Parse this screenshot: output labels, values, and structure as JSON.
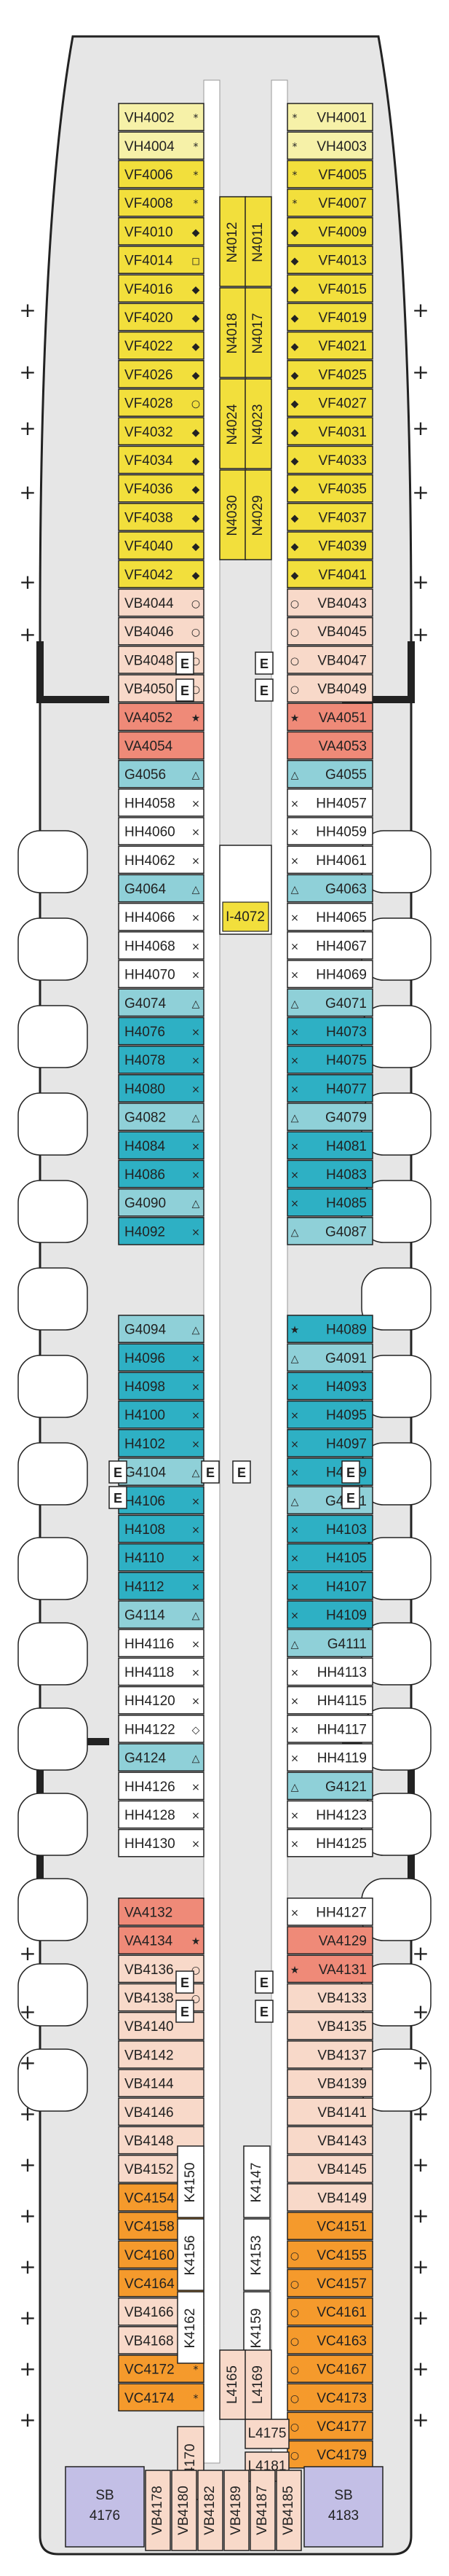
{
  "colors": {
    "VH": "#f6f1a8",
    "VF": "#f2df3c",
    "VB": "#f8d9c9",
    "VA": "#ef8a78",
    "VC": "#f59a2c",
    "G": "#8fd0d8",
    "H": "#2eb0c4",
    "HH": "#ffffff",
    "N": "#f2df3c",
    "SB": "#c3bfe6",
    "corridor": "#e6e6e6"
  },
  "left_column": [
    {
      "id": "VH4002",
      "code": "VH",
      "sym": "*"
    },
    {
      "id": "VH4004",
      "code": "VH",
      "sym": "*"
    },
    {
      "id": "VF4006",
      "code": "VF",
      "sym": "*"
    },
    {
      "id": "VF4008",
      "code": "VF",
      "sym": "*"
    },
    {
      "id": "VF4010",
      "code": "VF",
      "sym": "◆"
    },
    {
      "id": "VF4014",
      "code": "VF",
      "sym": "◻"
    },
    {
      "id": "VF4016",
      "code": "VF",
      "sym": "◆"
    },
    {
      "id": "VF4020",
      "code": "VF",
      "sym": "◆"
    },
    {
      "id": "VF4022",
      "code": "VF",
      "sym": "◆"
    },
    {
      "id": "VF4026",
      "code": "VF",
      "sym": "◆"
    },
    {
      "id": "VF4028",
      "code": "VF",
      "sym": "○"
    },
    {
      "id": "VF4032",
      "code": "VF",
      "sym": "◆"
    },
    {
      "id": "VF4034",
      "code": "VF",
      "sym": "◆"
    },
    {
      "id": "VF4036",
      "code": "VF",
      "sym": "◆"
    },
    {
      "id": "VF4038",
      "code": "VF",
      "sym": "◆"
    },
    {
      "id": "VF4040",
      "code": "VF",
      "sym": "◆"
    },
    {
      "id": "VF4042",
      "code": "VF",
      "sym": "◆"
    },
    {
      "id": "VB4044",
      "code": "VB",
      "sym": "○"
    },
    {
      "id": "VB4046",
      "code": "VB",
      "sym": "○"
    },
    {
      "id": "VB4048",
      "code": "VB",
      "sym": "○"
    },
    {
      "id": "VB4050",
      "code": "VB",
      "sym": "○"
    },
    {
      "id": "VA4052",
      "code": "VA",
      "sym": "★"
    },
    {
      "id": "VA4054",
      "code": "VA",
      "sym": ""
    },
    {
      "id": "G4056",
      "code": "G",
      "sym": "△"
    },
    {
      "id": "HH4058",
      "code": "HH",
      "sym": "×"
    },
    {
      "id": "HH4060",
      "code": "HH",
      "sym": "×"
    },
    {
      "id": "HH4062",
      "code": "HH",
      "sym": "×"
    },
    {
      "id": "G4064",
      "code": "G",
      "sym": "△"
    },
    {
      "id": "HH4066",
      "code": "HH",
      "sym": "×"
    },
    {
      "id": "HH4068",
      "code": "HH",
      "sym": "×"
    },
    {
      "id": "HH4070",
      "code": "HH",
      "sym": "×"
    },
    {
      "id": "G4074",
      "code": "G",
      "sym": "△"
    },
    {
      "id": "H4076",
      "code": "H",
      "sym": "×"
    },
    {
      "id": "H4078",
      "code": "H",
      "sym": "×"
    },
    {
      "id": "H4080",
      "code": "H",
      "sym": "×"
    },
    {
      "id": "G4082",
      "code": "G",
      "sym": "△"
    },
    {
      "id": "H4084",
      "code": "H",
      "sym": "×"
    },
    {
      "id": "H4086",
      "code": "H",
      "sym": "×"
    },
    {
      "id": "G4090",
      "code": "G",
      "sym": "△"
    },
    {
      "id": "H4092",
      "code": "H",
      "sym": "×"
    },
    {
      "id": "G4094",
      "code": "G",
      "sym": "△"
    },
    {
      "id": "H4096",
      "code": "H",
      "sym": "×"
    },
    {
      "id": "H4098",
      "code": "H",
      "sym": "×"
    },
    {
      "id": "H4100",
      "code": "H",
      "sym": "×"
    },
    {
      "id": "H4102",
      "code": "H",
      "sym": "×"
    },
    {
      "id": "G4104",
      "code": "G",
      "sym": "△"
    },
    {
      "id": "H4106",
      "code": "H",
      "sym": "×"
    },
    {
      "id": "H4108",
      "code": "H",
      "sym": "×"
    },
    {
      "id": "H4110",
      "code": "H",
      "sym": "×"
    },
    {
      "id": "H4112",
      "code": "H",
      "sym": "×"
    },
    {
      "id": "G4114",
      "code": "G",
      "sym": "△"
    },
    {
      "id": "HH4116",
      "code": "HH",
      "sym": "×"
    },
    {
      "id": "HH4118",
      "code": "HH",
      "sym": "×"
    },
    {
      "id": "HH4120",
      "code": "HH",
      "sym": "×"
    },
    {
      "id": "HH4122",
      "code": "HH",
      "sym": "◇"
    },
    {
      "id": "G4124",
      "code": "G",
      "sym": "△"
    },
    {
      "id": "HH4126",
      "code": "HH",
      "sym": "×"
    },
    {
      "id": "HH4128",
      "code": "HH",
      "sym": "×"
    },
    {
      "id": "HH4130",
      "code": "HH",
      "sym": "×"
    },
    {
      "id": "VA4132",
      "code": "VA",
      "sym": ""
    },
    {
      "id": "VA4134",
      "code": "VA",
      "sym": "★"
    },
    {
      "id": "VB4136",
      "code": "VB",
      "sym": "○"
    },
    {
      "id": "VB4138",
      "code": "VB",
      "sym": "○"
    },
    {
      "id": "VB4140",
      "code": "VB",
      "sym": ""
    },
    {
      "id": "VB4142",
      "code": "VB",
      "sym": ""
    },
    {
      "id": "VB4144",
      "code": "VB",
      "sym": ""
    },
    {
      "id": "VB4146",
      "code": "VB",
      "sym": ""
    },
    {
      "id": "VB4148",
      "code": "VB",
      "sym": ""
    },
    {
      "id": "VB4152",
      "code": "VB",
      "sym": ""
    },
    {
      "id": "VC4154",
      "code": "VC",
      "sym": ""
    },
    {
      "id": "VC4158",
      "code": "VC",
      "sym": ""
    },
    {
      "id": "VC4160",
      "code": "VC",
      "sym": ""
    },
    {
      "id": "VC4164",
      "code": "VC",
      "sym": ""
    },
    {
      "id": "VB4166",
      "code": "VB",
      "sym": ""
    },
    {
      "id": "VB4168",
      "code": "VB",
      "sym": "*"
    },
    {
      "id": "VC4172",
      "code": "VC",
      "sym": "*"
    },
    {
      "id": "VC4174",
      "code": "VC",
      "sym": "*"
    }
  ],
  "right_column": [
    {
      "id": "VH4001",
      "code": "VH",
      "sym": "*"
    },
    {
      "id": "VH4003",
      "code": "VH",
      "sym": "*"
    },
    {
      "id": "VF4005",
      "code": "VF",
      "sym": "*"
    },
    {
      "id": "VF4007",
      "code": "VF",
      "sym": "*"
    },
    {
      "id": "VF4009",
      "code": "VF",
      "sym": "◆"
    },
    {
      "id": "VF4013",
      "code": "VF",
      "sym": "◆"
    },
    {
      "id": "VF4015",
      "code": "VF",
      "sym": "◆"
    },
    {
      "id": "VF4019",
      "code": "VF",
      "sym": "◆"
    },
    {
      "id": "VF4021",
      "code": "VF",
      "sym": "◆"
    },
    {
      "id": "VF4025",
      "code": "VF",
      "sym": "◆"
    },
    {
      "id": "VF4027",
      "code": "VF",
      "sym": "◆"
    },
    {
      "id": "VF4031",
      "code": "VF",
      "sym": "◆"
    },
    {
      "id": "VF4033",
      "code": "VF",
      "sym": "◆"
    },
    {
      "id": "VF4035",
      "code": "VF",
      "sym": "◆"
    },
    {
      "id": "VF4037",
      "code": "VF",
      "sym": "◆"
    },
    {
      "id": "VF4039",
      "code": "VF",
      "sym": "◆"
    },
    {
      "id": "VF4041",
      "code": "VF",
      "sym": "◆"
    },
    {
      "id": "VB4043",
      "code": "VB",
      "sym": "○"
    },
    {
      "id": "VB4045",
      "code": "VB",
      "sym": "○"
    },
    {
      "id": "VB4047",
      "code": "VB",
      "sym": "○"
    },
    {
      "id": "VB4049",
      "code": "VB",
      "sym": "○"
    },
    {
      "id": "VA4051",
      "code": "VA",
      "sym": "★"
    },
    {
      "id": "VA4053",
      "code": "VA",
      "sym": ""
    },
    {
      "id": "G4055",
      "code": "G",
      "sym": "△"
    },
    {
      "id": "HH4057",
      "code": "HH",
      "sym": "×"
    },
    {
      "id": "HH4059",
      "code": "HH",
      "sym": "×"
    },
    {
      "id": "HH4061",
      "code": "HH",
      "sym": "×"
    },
    {
      "id": "G4063",
      "code": "G",
      "sym": "△"
    },
    {
      "id": "HH4065",
      "code": "HH",
      "sym": "×"
    },
    {
      "id": "HH4067",
      "code": "HH",
      "sym": "×"
    },
    {
      "id": "HH4069",
      "code": "HH",
      "sym": "×"
    },
    {
      "id": "G4071",
      "code": "G",
      "sym": "△"
    },
    {
      "id": "H4073",
      "code": "H",
      "sym": "×"
    },
    {
      "id": "H4075",
      "code": "H",
      "sym": "×"
    },
    {
      "id": "H4077",
      "code": "H",
      "sym": "×"
    },
    {
      "id": "G4079",
      "code": "G",
      "sym": "△"
    },
    {
      "id": "H4081",
      "code": "H",
      "sym": "×"
    },
    {
      "id": "H4083",
      "code": "H",
      "sym": "×"
    },
    {
      "id": "H4085",
      "code": "H",
      "sym": "×"
    },
    {
      "id": "G4087",
      "code": "G",
      "sym": "△"
    },
    {
      "id": "H4089",
      "code": "H",
      "sym": "★"
    },
    {
      "id": "G4091",
      "code": "G",
      "sym": "△"
    },
    {
      "id": "H4093",
      "code": "H",
      "sym": "×"
    },
    {
      "id": "H4095",
      "code": "H",
      "sym": "×"
    },
    {
      "id": "H4097",
      "code": "H",
      "sym": "×"
    },
    {
      "id": "H4099",
      "code": "H",
      "sym": "×"
    },
    {
      "id": "G4101",
      "code": "G",
      "sym": "△"
    },
    {
      "id": "H4103",
      "code": "H",
      "sym": "×"
    },
    {
      "id": "H4105",
      "code": "H",
      "sym": "×"
    },
    {
      "id": "H4107",
      "code": "H",
      "sym": "×"
    },
    {
      "id": "H4109",
      "code": "H",
      "sym": "×"
    },
    {
      "id": "G4111",
      "code": "G",
      "sym": "△"
    },
    {
      "id": "HH4113",
      "code": "HH",
      "sym": "×"
    },
    {
      "id": "HH4115",
      "code": "HH",
      "sym": "×"
    },
    {
      "id": "HH4117",
      "code": "HH",
      "sym": "×"
    },
    {
      "id": "HH4119",
      "code": "HH",
      "sym": "×"
    },
    {
      "id": "G4121",
      "code": "G",
      "sym": "△"
    },
    {
      "id": "HH4123",
      "code": "HH",
      "sym": "×"
    },
    {
      "id": "HH4125",
      "code": "HH",
      "sym": "×"
    },
    {
      "id": "HH4127",
      "code": "HH",
      "sym": "×"
    },
    {
      "id": "VA4129",
      "code": "VA",
      "sym": ""
    },
    {
      "id": "VA4131",
      "code": "VA",
      "sym": "★"
    },
    {
      "id": "VB4133",
      "code": "VB",
      "sym": ""
    },
    {
      "id": "VB4135",
      "code": "VB",
      "sym": ""
    },
    {
      "id": "VB4137",
      "code": "VB",
      "sym": ""
    },
    {
      "id": "VB4139",
      "code": "VB",
      "sym": ""
    },
    {
      "id": "VB4141",
      "code": "VB",
      "sym": ""
    },
    {
      "id": "VB4143",
      "code": "VB",
      "sym": ""
    },
    {
      "id": "VB4145",
      "code": "VB",
      "sym": ""
    },
    {
      "id": "VB4149",
      "code": "VB",
      "sym": ""
    },
    {
      "id": "VC4151",
      "code": "VC",
      "sym": ""
    },
    {
      "id": "VC4155",
      "code": "VC",
      "sym": "○"
    },
    {
      "id": "VC4157",
      "code": "VC",
      "sym": "○"
    },
    {
      "id": "VC4161",
      "code": "VC",
      "sym": "○"
    },
    {
      "id": "VC4163",
      "code": "VC",
      "sym": "○"
    },
    {
      "id": "VC4167",
      "code": "VC",
      "sym": "○"
    },
    {
      "id": "VC4173",
      "code": "VC",
      "sym": "○"
    },
    {
      "id": "VC4177",
      "code": "VC",
      "sym": "○"
    },
    {
      "id": "VC4179",
      "code": "VC",
      "sym": "○"
    }
  ],
  "forward_inner_left": [
    "N4012",
    "N4018",
    "N4024",
    "N4030"
  ],
  "forward_inner_right": [
    "N4011",
    "N4017",
    "N4023",
    "N4029"
  ],
  "interior": {
    "central_label": "I-4072",
    "aft_left_mid": [
      "K4150",
      "K4156",
      "K4162"
    ],
    "aft_right_mid": [
      "K4147",
      "K4153",
      "K4159"
    ],
    "aft_small": [
      "L4165",
      "L4169",
      "L4170",
      "L4175",
      "L4181"
    ]
  },
  "stern_row": [
    "VB4178",
    "VB4180",
    "VB4182",
    "VB4189",
    "VB4187",
    "VB4185"
  ],
  "suites": [
    {
      "code": "SB",
      "num": "4176"
    },
    {
      "code": "SB",
      "num": "4183"
    }
  ],
  "elevator_label": "E",
  "plus_symbol": "+"
}
